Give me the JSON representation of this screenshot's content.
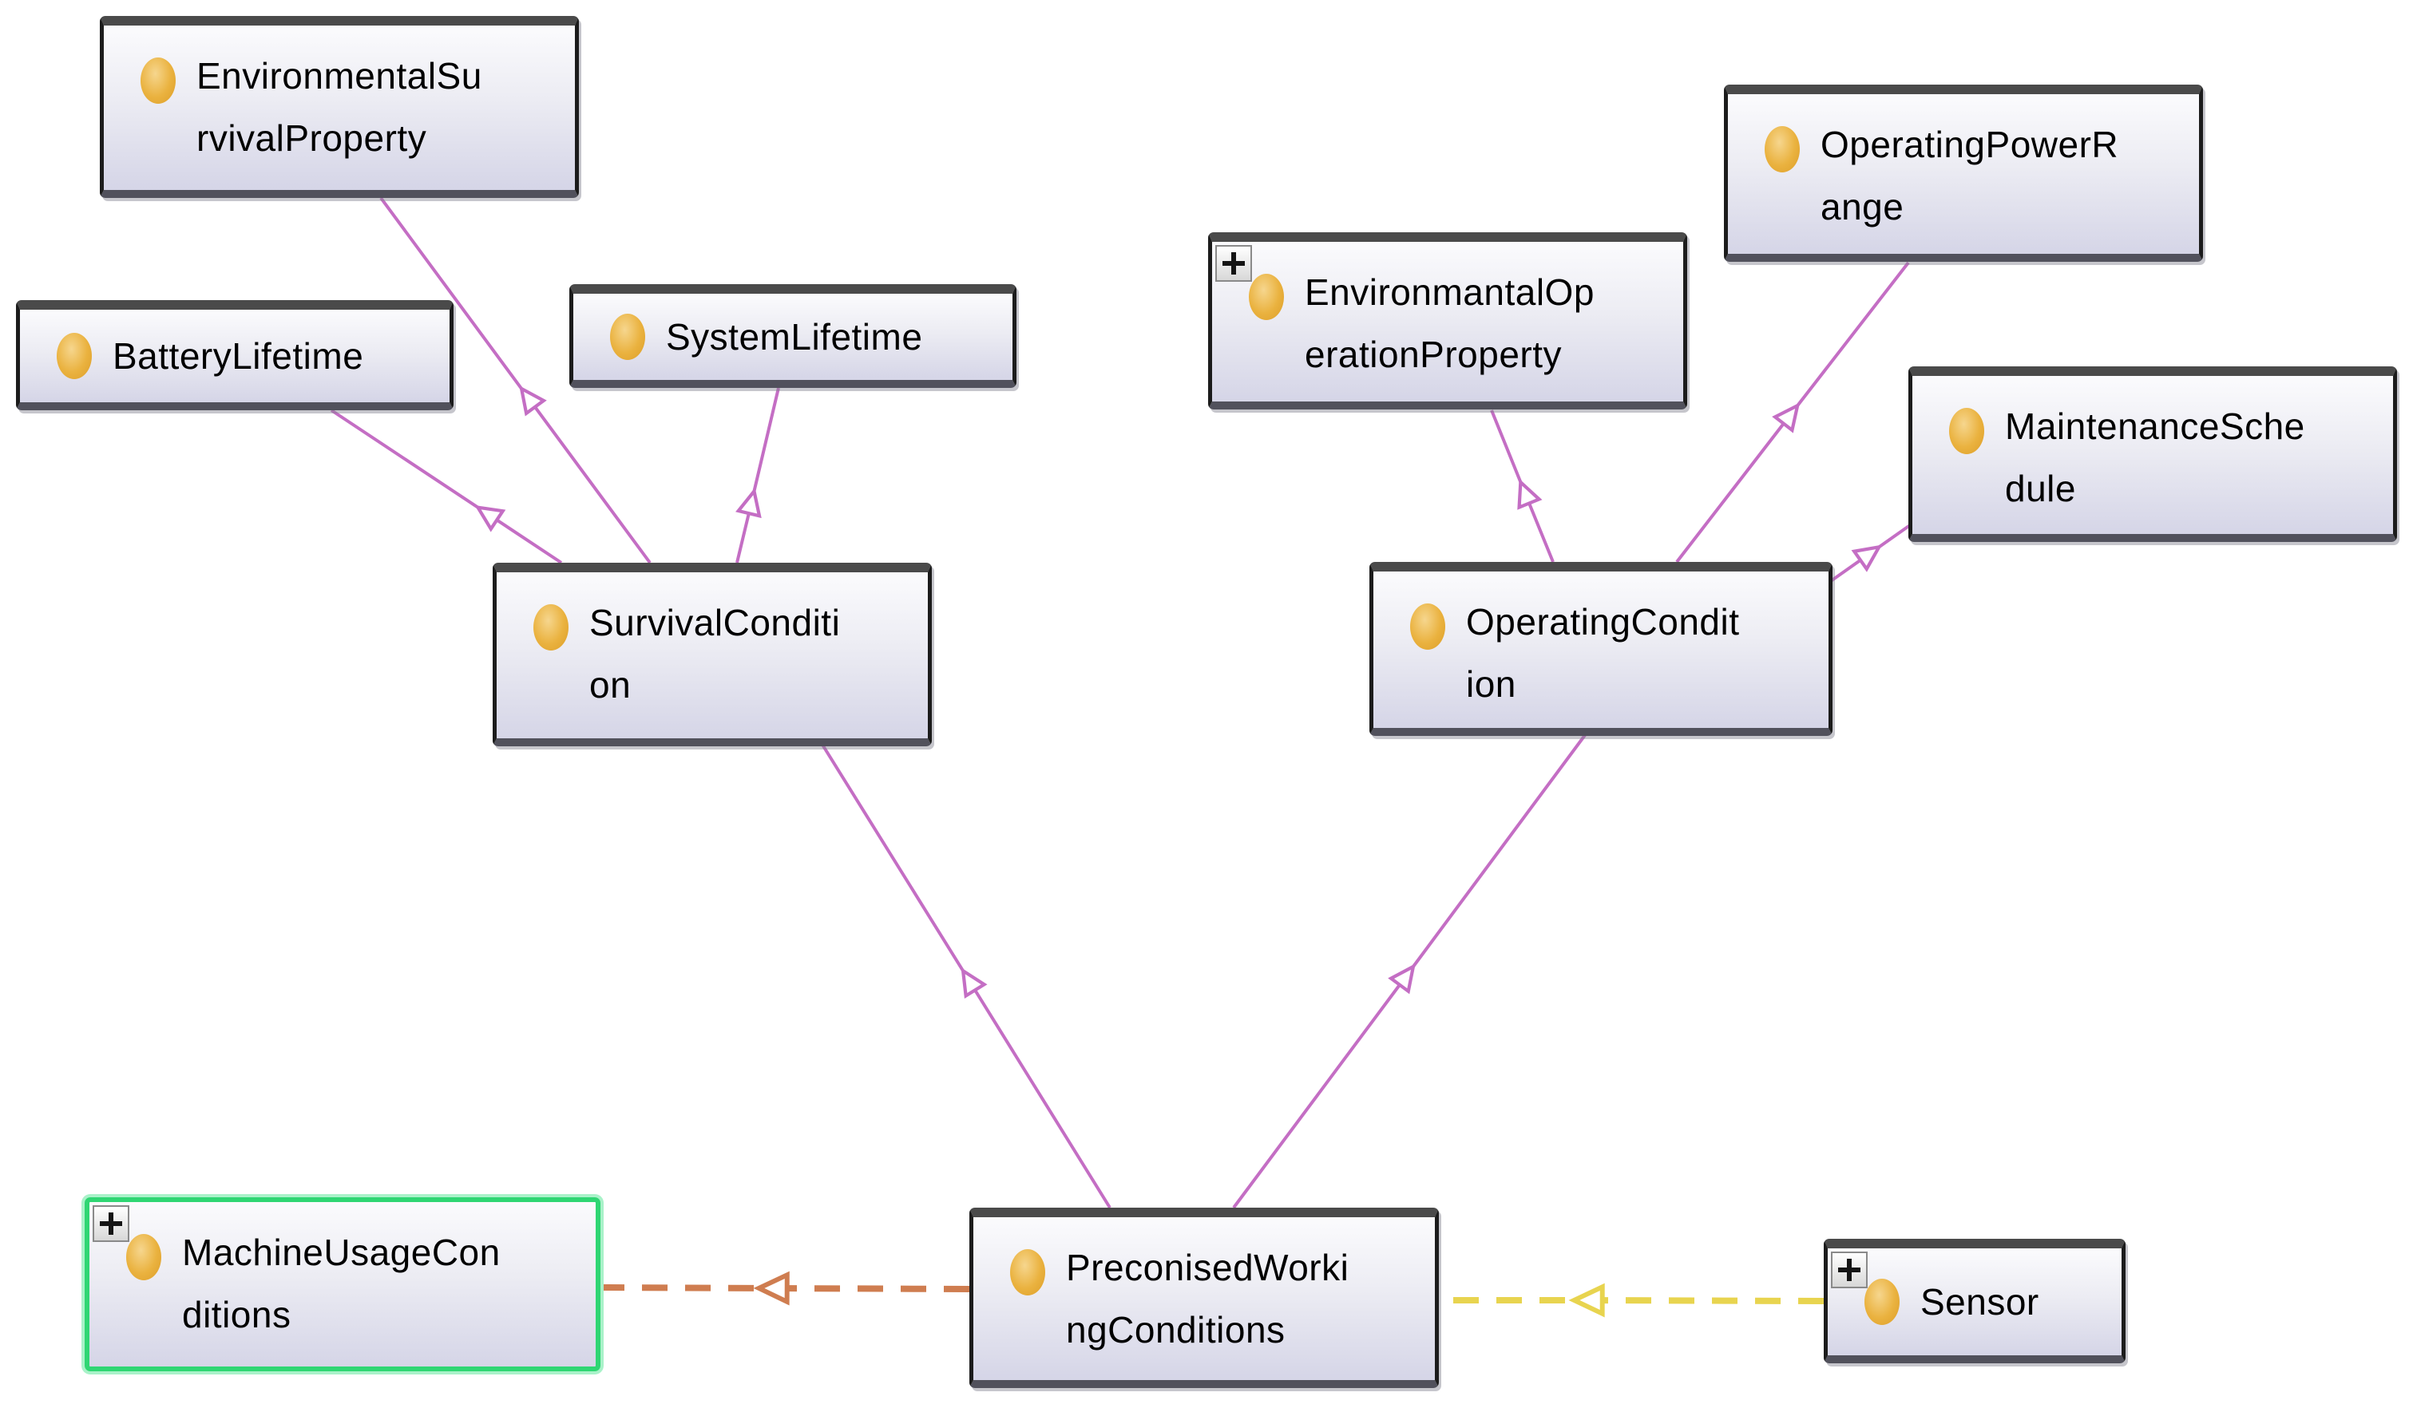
{
  "diagram": {
    "title": "ontology-class-graph",
    "background": "#ffffff",
    "colors": {
      "subclass_edge": "#c46ec4",
      "machine_edge": "#cf7d50",
      "sensor_edge": "#e8d44f",
      "selected_border": "#2fd673",
      "class_icon": "#e2a52f",
      "node_border": "#1c1c1c",
      "node_top_bar": "#4a4a4a"
    },
    "nodes": [
      {
        "id": "environmental-survival-property",
        "label": "EnvironmentalSurvivalProperty",
        "lines": [
          "EnvironmentalSu",
          "rvivalProperty"
        ],
        "expandable": false,
        "selected": false
      },
      {
        "id": "battery-lifetime",
        "label": "BatteryLifetime",
        "lines": [
          "BatteryLifetime"
        ],
        "expandable": false,
        "selected": false
      },
      {
        "id": "system-lifetime",
        "label": "SystemLifetime",
        "lines": [
          "SystemLifetime"
        ],
        "expandable": false,
        "selected": false
      },
      {
        "id": "survival-condition",
        "label": "SurvivalCondition",
        "lines": [
          "SurvivalConditi",
          "on"
        ],
        "expandable": false,
        "selected": false
      },
      {
        "id": "environmantal-operation-property",
        "label": "EnvironmantalOperationProperty",
        "lines": [
          "EnvironmantalOp",
          "erationProperty"
        ],
        "expandable": true,
        "selected": false
      },
      {
        "id": "operating-power-range",
        "label": "OperatingPowerRange",
        "lines": [
          "OperatingPowerR",
          "ange"
        ],
        "expandable": false,
        "selected": false
      },
      {
        "id": "maintenance-schedule",
        "label": "MaintenanceSchedule",
        "lines": [
          "MaintenanceSche",
          "dule"
        ],
        "expandable": false,
        "selected": false
      },
      {
        "id": "operating-condition",
        "label": "OperatingCondition",
        "lines": [
          "OperatingCondit",
          "ion"
        ],
        "expandable": false,
        "selected": false
      },
      {
        "id": "machine-usage-conditions",
        "label": "MachineUsageConditions",
        "lines": [
          "MachineUsageCon",
          "ditions"
        ],
        "expandable": true,
        "selected": true
      },
      {
        "id": "preconised-working-conditions",
        "label": "PreconisedWorkingConditions",
        "lines": [
          "PreconisedWorki",
          "ngConditions"
        ],
        "expandable": false,
        "selected": false
      },
      {
        "id": "sensor",
        "label": "Sensor",
        "lines": [
          "Sensor"
        ],
        "expandable": true,
        "selected": false
      }
    ],
    "edges": [
      {
        "from": "survival-condition",
        "to": "environmental-survival-property",
        "type": "subclass",
        "style": "solid"
      },
      {
        "from": "survival-condition",
        "to": "battery-lifetime",
        "type": "subclass",
        "style": "solid"
      },
      {
        "from": "survival-condition",
        "to": "system-lifetime",
        "type": "subclass",
        "style": "solid"
      },
      {
        "from": "operating-condition",
        "to": "environmantal-operation-property",
        "type": "subclass",
        "style": "solid"
      },
      {
        "from": "operating-condition",
        "to": "operating-power-range",
        "type": "subclass",
        "style": "solid"
      },
      {
        "from": "operating-condition",
        "to": "maintenance-schedule",
        "type": "subclass",
        "style": "solid"
      },
      {
        "from": "preconised-working-conditions",
        "to": "survival-condition",
        "type": "subclass",
        "style": "solid"
      },
      {
        "from": "preconised-working-conditions",
        "to": "operating-condition",
        "type": "subclass",
        "style": "solid"
      },
      {
        "from": "preconised-working-conditions",
        "to": "machine-usage-conditions",
        "type": "relation",
        "style": "dashed"
      },
      {
        "from": "sensor",
        "to": "preconised-working-conditions",
        "type": "relation",
        "style": "dashed"
      }
    ]
  }
}
